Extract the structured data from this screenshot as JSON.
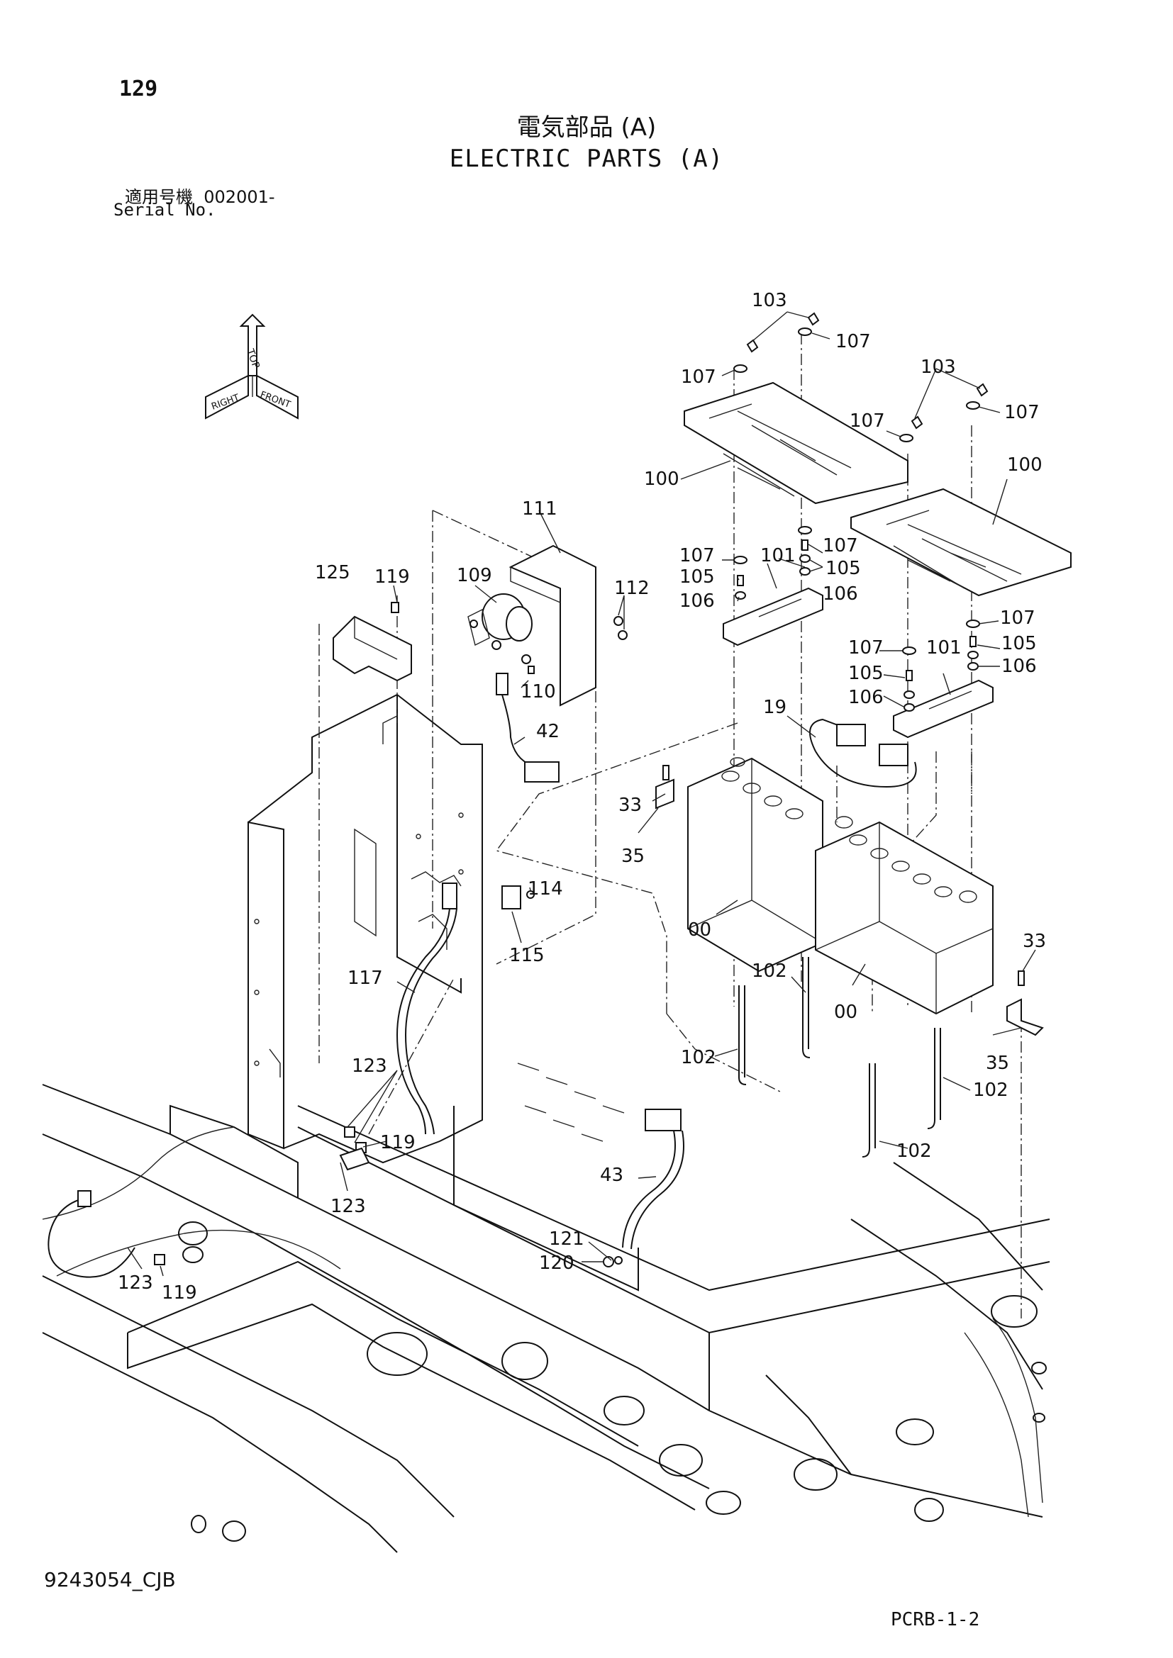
{
  "header": {
    "page_number": "129",
    "title_jp": "電気部品 (A)",
    "title_en": "ELECTRIC PARTS (A)",
    "serial_label_jp": "適用号機",
    "serial_value": "002001-",
    "serial_label_en": "Serial No."
  },
  "orientation": {
    "top_label": "TOP",
    "right_label": "RIGHT",
    "front_label": "FRONT"
  },
  "labels": {
    "l103a": "103",
    "l107a": "107",
    "l107b": "107",
    "l103b": "103",
    "l107c": "107",
    "l107d": "107",
    "l100a": "100",
    "l100b": "100",
    "l111": "111",
    "l125": "125",
    "l119a": "119",
    "l109": "109",
    "l112": "112",
    "l107e": "107",
    "l101a": "101",
    "l107f": "107",
    "l105a": "105",
    "l105b": "105",
    "l106a": "106",
    "l106b": "106",
    "l107g": "107",
    "l107h": "107",
    "l105c": "105",
    "l101b": "101",
    "l105d": "105",
    "l106c": "106",
    "l106d": "106",
    "l110": "110",
    "l19": "19",
    "l42": "42",
    "l33a": "33",
    "l35a": "35",
    "l114": "114",
    "l115": "115",
    "l00a": "00",
    "l33b": "33",
    "l117": "117",
    "l102a": "102",
    "l00b": "00",
    "l102b": "102",
    "l35b": "35",
    "l102c": "102",
    "l123a": "123",
    "l119b": "119",
    "l102d": "102",
    "l43": "43",
    "l123b": "123",
    "l121": "121",
    "l120": "120",
    "l123c": "123",
    "l119c": "119"
  },
  "footer": {
    "drawing_id": "9243054_CJB",
    "page_code": "PCRB-1-2"
  }
}
